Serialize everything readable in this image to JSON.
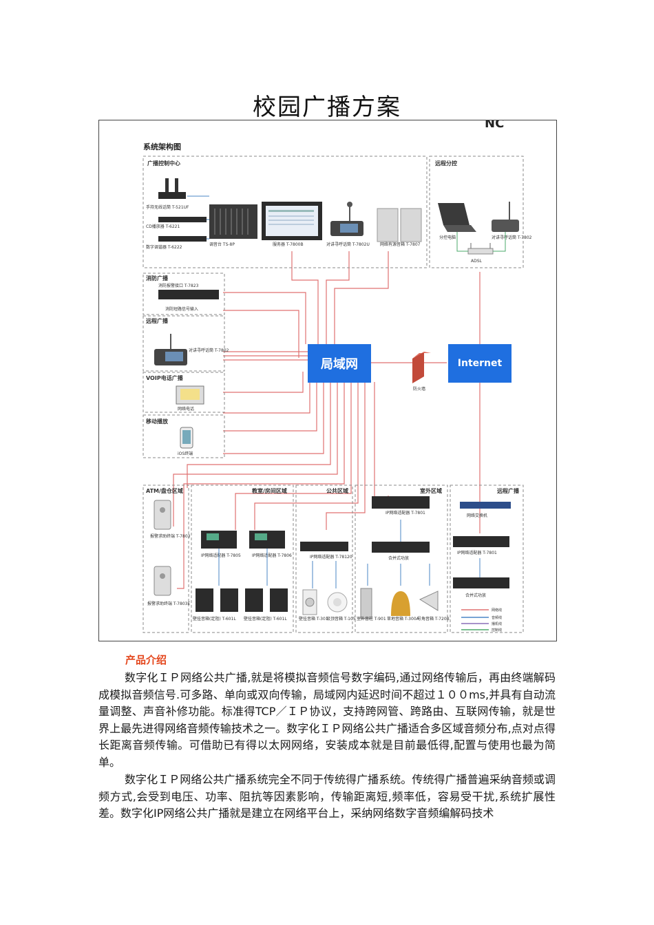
{
  "document": {
    "title": "校园广播方案",
    "section_title": "产品介绍",
    "paragraphs": [
      "数字化ＩＰ网络公共广播,就是将模拟音频信号数字编码,通过网络传输后，再由终端解码成模拟音频信号.可多路、单向或双向传输，局域网内延迟时间不超过１００ms,并具有自动流量调整、声音补修功能。标准得TCP／ＩＰ协议，支持跨网管、跨路由、互联网传输，就是世界上最先进得网络音频传输技术之一。数字化ＩＰ网络公共广播适合多区域音频分布,点对点得长距离音频传输。可借助已有得以太网网络，安装成本就是目前最低得,配置与使用也最为简单。",
      "数字化ＩＰ网络公共广播系统完全不同于传统得广播系统。传统得广播普遍采纳音频或调频方式,会受到电压、功率、阻抗等因素影响，传输距离短,频率低，容易受干扰,系统扩展性差。数字化IP网络公共广播就是建立在网络平台上，采纳网络数字音频编解码技术"
    ]
  },
  "diagram": {
    "header": "系统架构图",
    "corner_logo": "NC",
    "hubs": {
      "lan": "局域网",
      "internet": "Internet",
      "firewall": "防火墙"
    },
    "groups": {
      "control_center": "广播控制中心",
      "remote_control": "远程分控",
      "fire": "消防广播",
      "remote_broadcast": "远程广播",
      "voip": "VOIP电话广播",
      "mobile": "移动播放",
      "atm": "ATM/盘仓区域",
      "classroom": "教室/房间区域",
      "public": "公共区域",
      "outdoor": "室外区域",
      "remote_zone": "远程广播"
    },
    "devices": {
      "mic": "手持无线话筒 T-521UF",
      "cd": "CD播放器 T-6221",
      "tuner": "数字调谐器 T-6222",
      "mixer": "调音台 TS-8P",
      "server": "服务器 T-7800B",
      "intercom_u": "对讲寻呼话筒 T-7802U",
      "net_source": "网络有源音箱 T-7807",
      "remote_pc": "分控电脑",
      "remote_mic": "对讲寻呼话筒 T-7802",
      "adsl": "ADSL",
      "fire_if": "消防报警接口 T-7823",
      "fire_in": "消防短路信号输入",
      "remote_mic2": "对讲寻呼话筒 T-7802",
      "net_phone": "网络电话",
      "ios": "iOS终端",
      "alarm1": "报警求助终端 T-7803",
      "alarm2": "报警求助终端 T-7803E",
      "adapter1": "IP网络适配器 T-7805",
      "adapter2": "IP网络适配器 T-7806",
      "wall1": "壁挂音箱(定阻) T-601L",
      "wall2": "壁挂音箱(定阻) T-601L",
      "pub_adapter": "IP网络适配器 T-78120",
      "pub_wall": "壁挂音箱 T-301",
      "pub_ceiling": "吸顶音箱 T-105",
      "out_adapter": "IP网络适配器 T-7801",
      "out_amp": "合并式功放",
      "out_column": "室外音柱 T-901",
      "out_lawn": "草地音箱 T-300A",
      "out_horn": "号角音箱 T-720B",
      "rz_switch": "网络交换机",
      "rz_adapter": "IP网络适配器 T-7801",
      "rz_amp": "合并式功放"
    },
    "legend": [
      "网络线",
      "音频线",
      "播机线",
      "控制线"
    ],
    "colors": {
      "network": "#e07070",
      "audio": "#4a86c6",
      "broadcast": "#8a6fb8",
      "control": "#4aa86a",
      "hub": "#1f6fe0"
    }
  }
}
